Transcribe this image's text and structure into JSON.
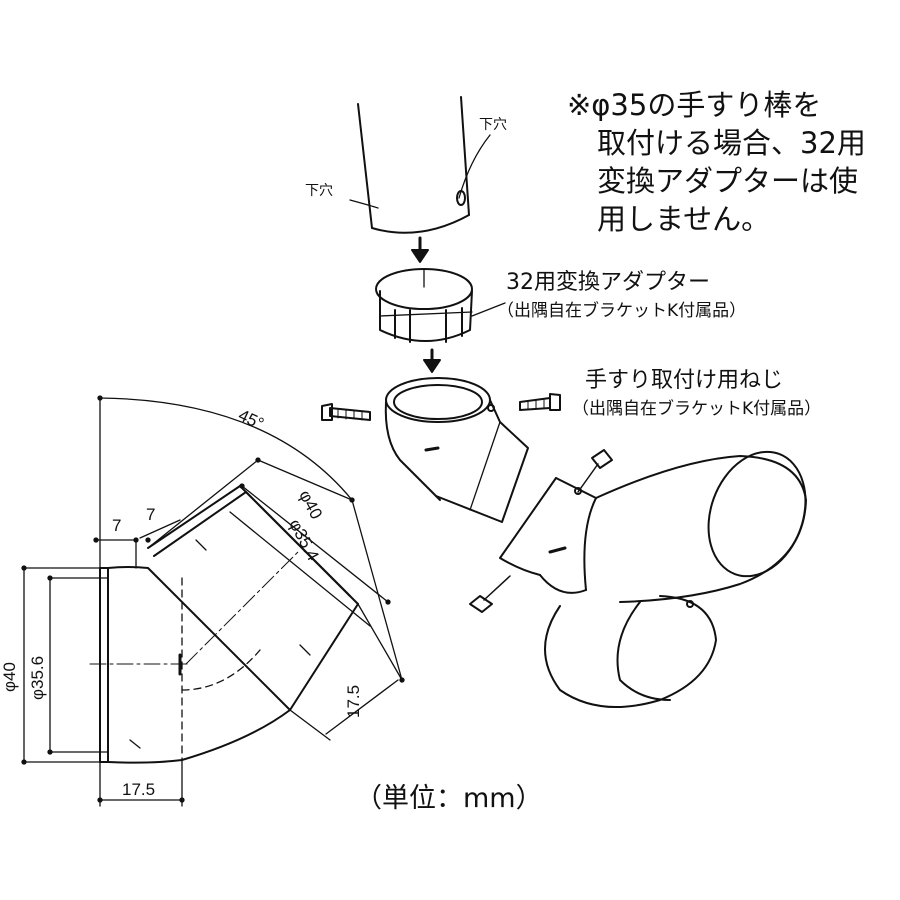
{
  "note": {
    "line1": "※φ35の手すり棒を",
    "line2": "取付ける場合、32用",
    "line3": "変換アダプターは使",
    "line4": "用しません。"
  },
  "pipe": {
    "hole_label_right": "下穴",
    "hole_label_left": "下穴"
  },
  "adapter": {
    "title": "32用変換アダプター",
    "subtitle": "（出隅自在ブラケットK付属品）"
  },
  "screw": {
    "title": "手すり取付け用ねじ",
    "subtitle": "（出隅自在ブラケットK付属品）"
  },
  "dimensions": {
    "angle": "45°",
    "phi40_diag": "φ40",
    "phi354_diag": "φ35.4",
    "seven_left": "7",
    "seven_right": "7",
    "phi40_vert": "φ40",
    "phi356_vert": "φ35.6",
    "d175_bottom": "17.5",
    "d175_diag": "17.5"
  },
  "unit": "（単位：mm）"
}
